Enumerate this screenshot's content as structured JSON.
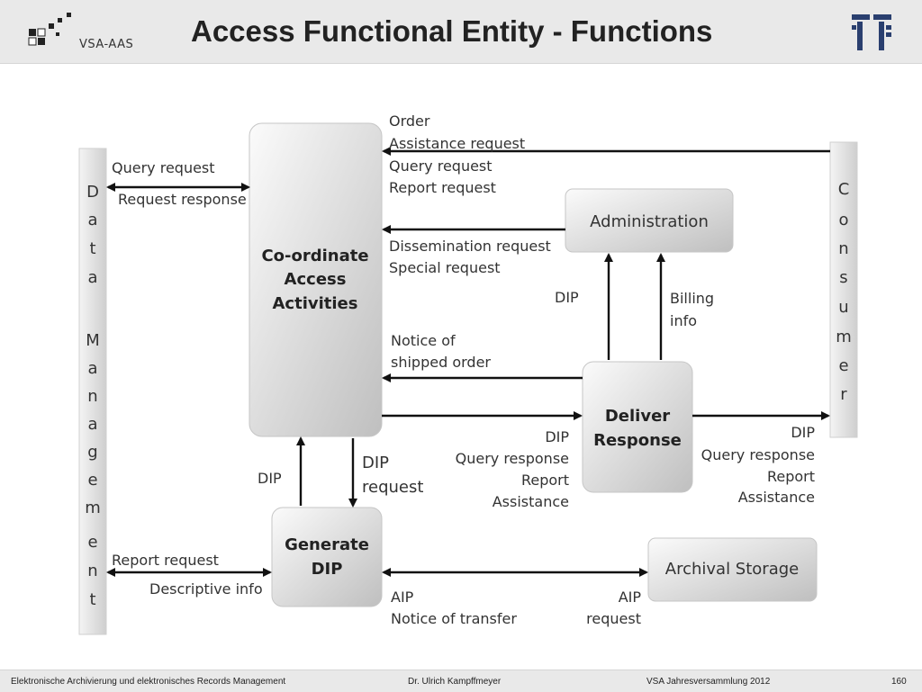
{
  "header": {
    "title": "Access Functional Entity - Functions",
    "logo_text": "VSA-AAS"
  },
  "diagram": {
    "left_bar": [
      "D",
      "a",
      "t",
      "a",
      "M",
      "a",
      "n",
      "a",
      "g",
      "e",
      "m",
      "e",
      "n",
      "t"
    ],
    "right_bar": [
      "C",
      "o",
      "n",
      "s",
      "u",
      "m",
      "e",
      "r"
    ],
    "boxes": {
      "coordinate": [
        "Co-ordinate",
        "Access",
        "Activities"
      ],
      "administration": "Administration",
      "deliver": [
        "Deliver",
        "Response"
      ],
      "generate": [
        "Generate",
        "DIP"
      ],
      "archival": "Archival Storage"
    },
    "labels": {
      "order": "Order",
      "assistance_request": "Assistance request",
      "query_request_consumer": "Query request",
      "report_request_consumer": "Report request",
      "query_request_dm": "Query request",
      "request_response": "Request response",
      "dissemination_request": "Dissemination request",
      "special_request": "Special request",
      "dip_admin": "DIP",
      "billing": "Billing",
      "info": "info",
      "notice_of": "Notice of",
      "shipped_order": "shipped order",
      "dip_mid": "DIP",
      "query_response_mid": "Query response",
      "report_mid": "Report",
      "assistance_mid": "Assistance",
      "dip_right": "DIP",
      "query_response_right": "Query response",
      "report_right": "Report",
      "assistance_right": "Assistance",
      "dip_up": "DIP",
      "dip_request_1": "DIP",
      "dip_request_2": "request",
      "report_request_dm": "Report request",
      "descriptive_info": "Descriptive info",
      "aip_left": "AIP",
      "notice_of_transfer": "Notice of transfer",
      "aip_right": "AIP",
      "aip_request": "request"
    }
  },
  "footer": {
    "course": "Elektronische Archivierung und elektronisches Records Management",
    "author": "Dr. Ulrich Kampffmeyer",
    "event": "VSA Jahresversammlung 2012",
    "page": "160"
  }
}
